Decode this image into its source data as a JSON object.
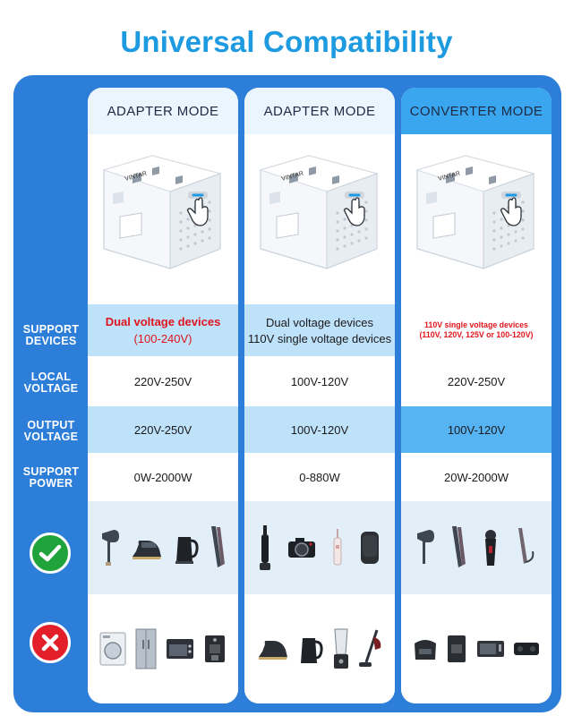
{
  "title": "Universal Compatibility",
  "row_labels": {
    "support_devices": "SUPPORT DEVICES",
    "local_voltage": "LOCAL VOLTAGE",
    "output_voltage": "OUTPUT VOLTAGE",
    "support_power": "SUPPORT POWER"
  },
  "columns": [
    {
      "mode": "ADAPTER MODE",
      "brand": "VINTAR",
      "devices_line1": "Dual voltage devices",
      "devices_line2": "(100-240V)",
      "local_voltage": "220V-250V",
      "output_voltage": "220V-250V",
      "power": "0W-2000W",
      "compatible_icons": [
        "hair-dryer-icon",
        "steam-iron-icon",
        "electric-kettle-icon",
        "hair-straightener-icon"
      ],
      "incompatible_icons": [
        "washing-machine-icon",
        "refrigerator-icon",
        "oven-icon",
        "coffee-machine-icon"
      ]
    },
    {
      "mode": "ADAPTER MODE",
      "brand": "VINTAR",
      "devices_line1": "Dual voltage devices",
      "devices_line2": "110V single voltage devices",
      "local_voltage": "100V-120V",
      "output_voltage": "100V-120V",
      "power": "0-880W",
      "compatible_icons": [
        "electric-toothbrush-icon",
        "camera-icon",
        "water-flosser-icon",
        "speaker-icon"
      ],
      "incompatible_icons": [
        "steam-iron-icon",
        "electric-kettle-icon",
        "blender-icon",
        "vacuum-cleaner-icon"
      ]
    },
    {
      "mode": "CONVERTER MODE",
      "brand": "VINTAR",
      "devices_line1": "110V single voltage devices",
      "devices_line2": "(110V, 120V, 125V or 100-120V)",
      "local_voltage": "220V-250V",
      "output_voltage": "100V-120V",
      "power": "20W-2000W",
      "compatible_icons": [
        "hair-dryer-icon",
        "hair-straightener-icon",
        "electric-shaver-icon",
        "curling-iron-icon"
      ],
      "incompatible_icons": [
        "rice-cooker-icon",
        "coffee-machine-icon",
        "microwave-icon",
        "soundbar-icon"
      ]
    }
  ],
  "colors": {
    "title": "#1e9be0",
    "panel": "#2d7ed8",
    "warning_red": "#e0141c",
    "ok_green": "#1fa33a",
    "no_red": "#e3202a"
  }
}
